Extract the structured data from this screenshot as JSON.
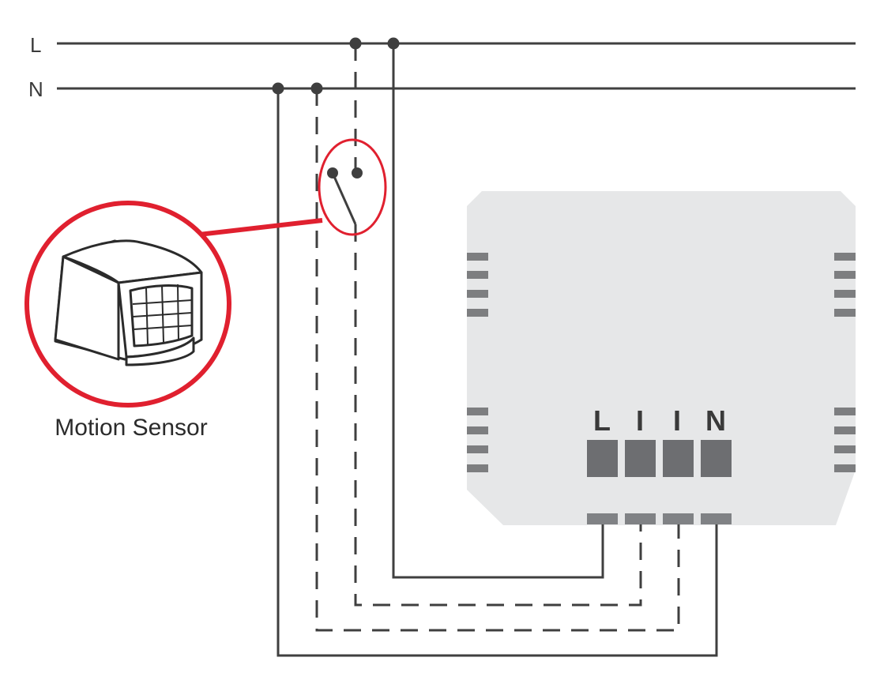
{
  "rails": [
    {
      "label": "L"
    },
    {
      "label": "N"
    }
  ],
  "module": {
    "terminals": [
      {
        "label": "L"
      },
      {
        "label": "I"
      },
      {
        "label": "I"
      },
      {
        "label": "N"
      }
    ]
  },
  "sensor": {
    "caption": "Motion Sensor"
  },
  "colors": {
    "wire": "#3f3f3f",
    "highlight": "#e0202f",
    "module_body": "#e6e7e8",
    "terminal": "#6d6e71",
    "bottom_terminal": "#808285"
  },
  "icons": [
    "motion-sensor-icon",
    "switch-contact-icon"
  ]
}
